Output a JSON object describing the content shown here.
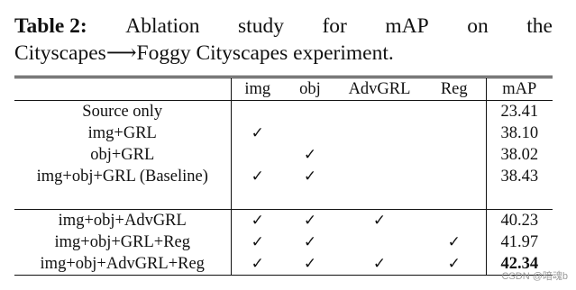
{
  "caption": {
    "label": "Table 2:",
    "words_line1": [
      "Ablation",
      "study",
      "for",
      "mAP",
      "on",
      "the"
    ],
    "line2": "Cityscapes⟶Foggy Cityscapes experiment."
  },
  "table": {
    "headers": [
      "",
      "img",
      "obj",
      "AdvGRL",
      "Reg",
      "mAP"
    ],
    "check_symbol": "✓",
    "group1": [
      {
        "name": "Source only",
        "img": "",
        "obj": "",
        "advgrl": "",
        "reg": "",
        "map": "23.41"
      },
      {
        "name": "img+GRL",
        "img": "✓",
        "obj": "",
        "advgrl": "",
        "reg": "",
        "map": "38.10"
      },
      {
        "name": "obj+GRL",
        "img": "",
        "obj": "✓",
        "advgrl": "",
        "reg": "",
        "map": "38.02"
      },
      {
        "name": "img+obj+GRL (Baseline)",
        "img": "✓",
        "obj": "✓",
        "advgrl": "",
        "reg": "",
        "map": "38.43"
      }
    ],
    "group2": [
      {
        "name": "img+obj+AdvGRL",
        "img": "✓",
        "obj": "✓",
        "advgrl": "✓",
        "reg": "",
        "map": "40.23"
      },
      {
        "name": "img+obj+GRL+Reg",
        "img": "✓",
        "obj": "✓",
        "advgrl": "",
        "reg": "✓",
        "map": "41.97"
      },
      {
        "name": "img+obj+AdvGRL+Reg",
        "img": "✓",
        "obj": "✓",
        "advgrl": "✓",
        "reg": "✓",
        "map": "42.34"
      }
    ]
  },
  "watermark": "CSDN @暗魂b"
}
